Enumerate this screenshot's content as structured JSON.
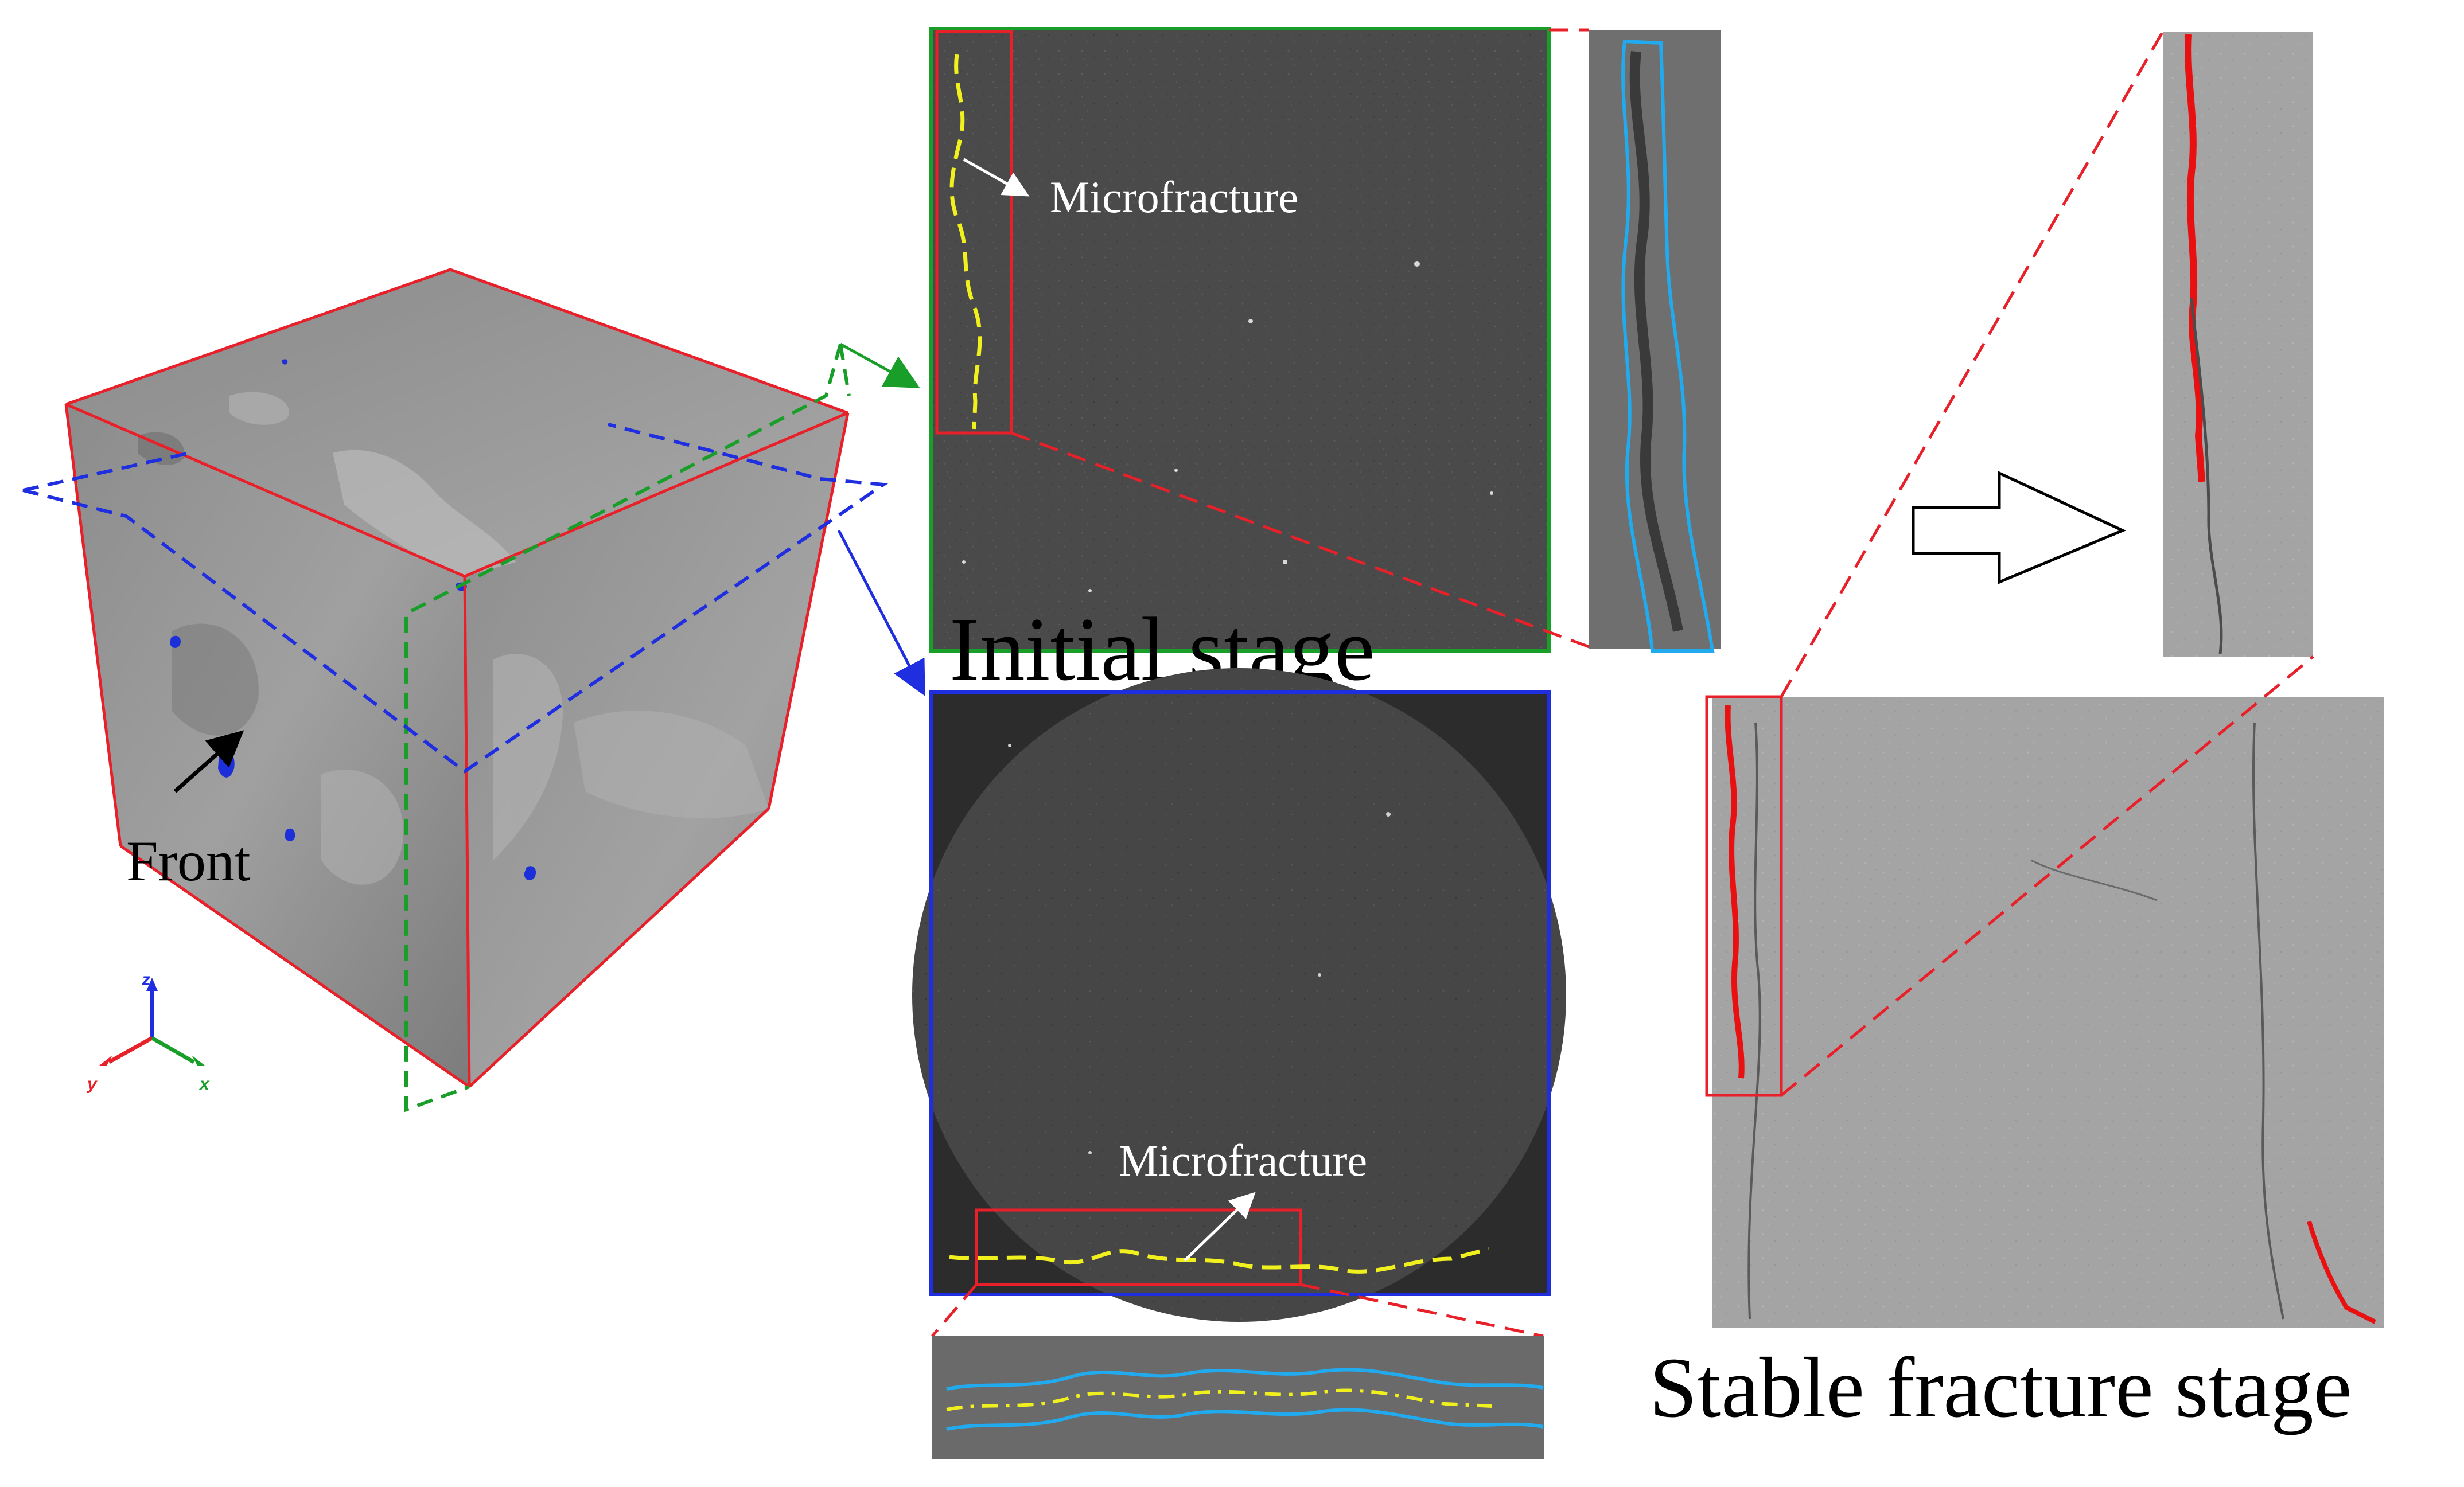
{
  "labels": {
    "front": "Front",
    "initial_stage": "Initial stage",
    "stable_stage": "Stable fracture stage",
    "microfracture_top": "Microfracture",
    "microfracture_bottom": "Microfracture"
  },
  "axes": {
    "z": "z",
    "y": "y",
    "x": "x"
  },
  "colors": {
    "cube_edge": "#e8202a",
    "vertical_plane": "#1a9e2a",
    "horizontal_plane": "#1f2fe0",
    "fracture_trace": "#f0f01e",
    "fracture_outline": "#22aaee",
    "fracture_fill": "#e81010",
    "zoom_lines": "#e8202a"
  }
}
